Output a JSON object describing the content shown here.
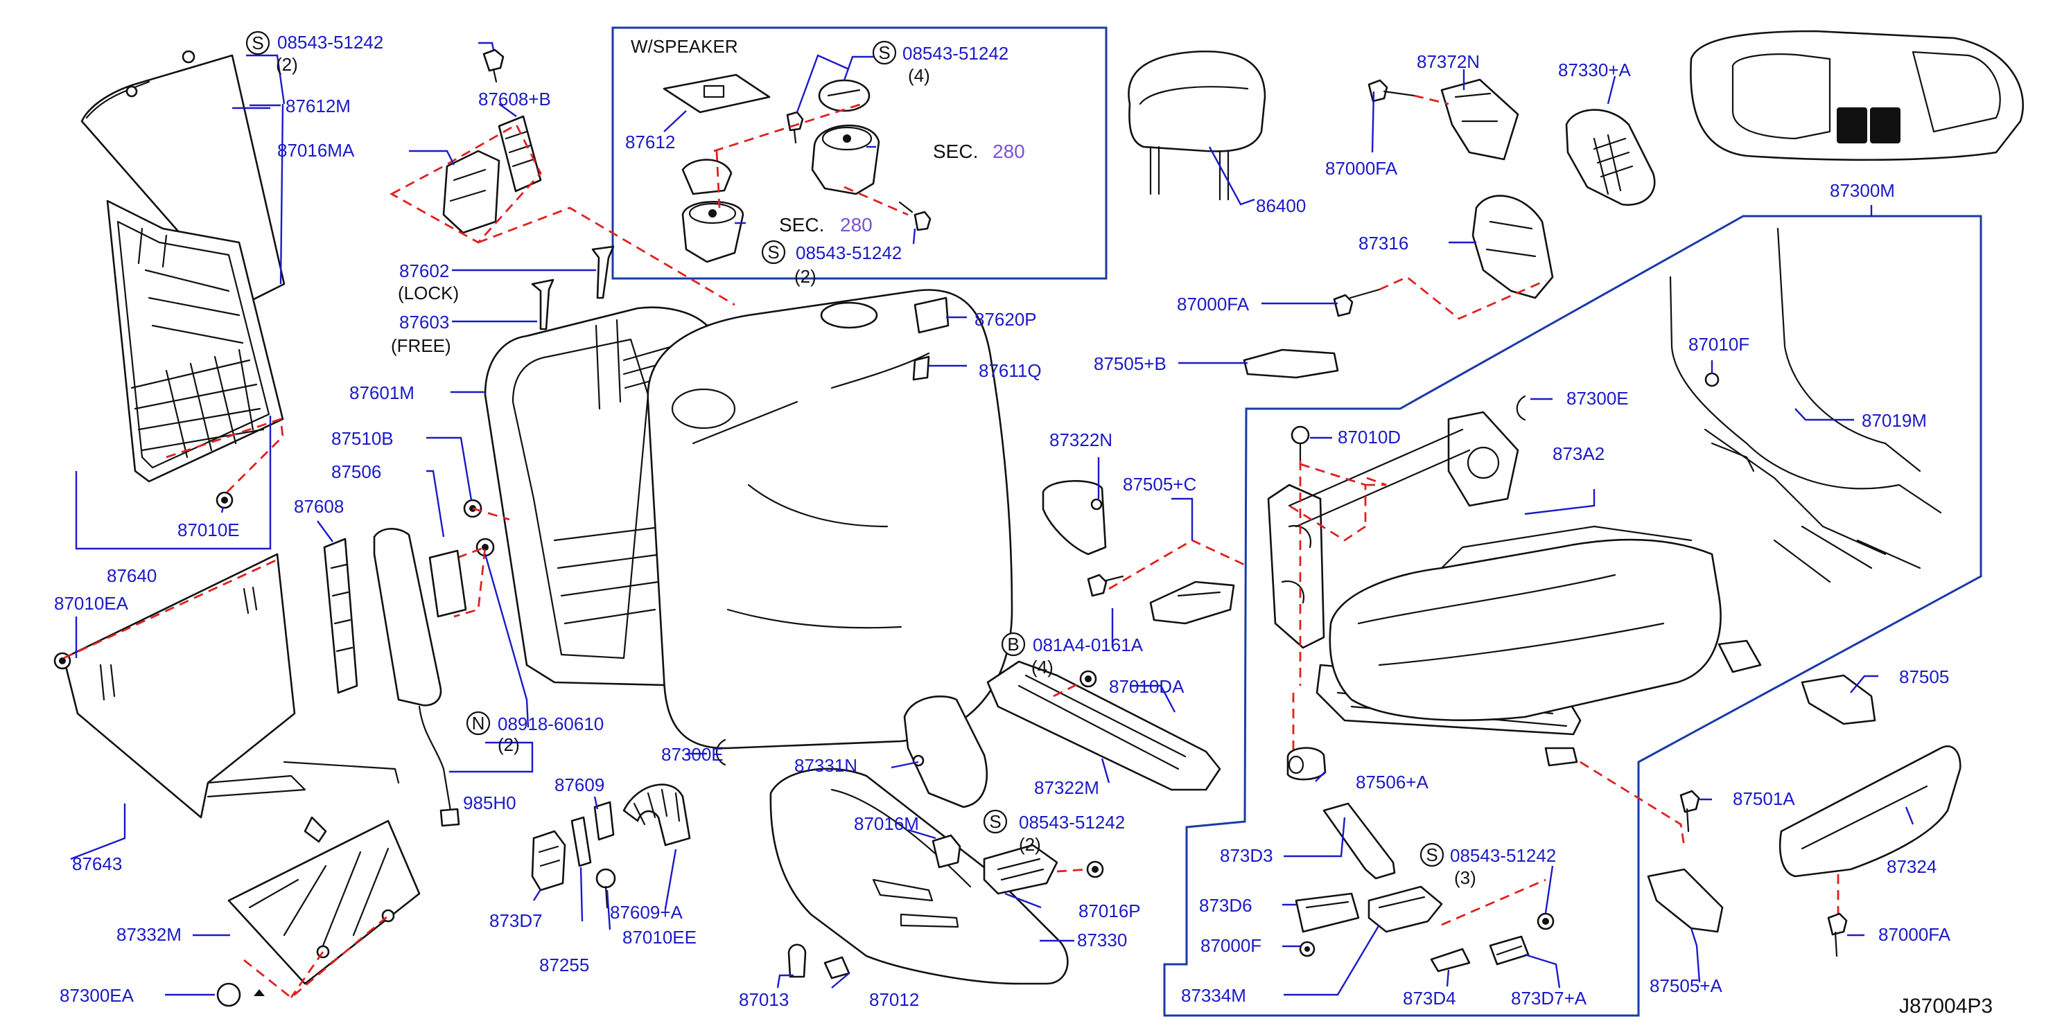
{
  "diagram_code": "J87004P3",
  "inset": {
    "title": "W/SPEAKER"
  },
  "labels": {
    "s1_code": "08543-51242",
    "s1_qty": "(2)",
    "s1_letter": "S",
    "p87612M": "87612M",
    "p87608B": "87608+B",
    "p87016MA": "87016MA",
    "p87602": "87602",
    "lock": "(LOCK)",
    "p87603": "87603",
    "free": "(FREE)",
    "p87601M": "87601M",
    "p87510B": "87510B",
    "p87506": "87506",
    "p87608": "87608",
    "p87640": "87640",
    "p87010E": "87010E",
    "p87010EA": "87010EA",
    "n_letter": "N",
    "n_code": "08918-60610",
    "n_qty": "(2)",
    "p985H0": "985H0",
    "p87643": "87643",
    "p87300E_left": "87300E",
    "p87332M": "87332M",
    "p87300EA": "87300EA",
    "p87609": "87609",
    "p873D7": "873D7",
    "p87255": "87255",
    "p87609A": "87609+A",
    "p87010EE": "87010EE",
    "p87612": "87612",
    "s2_letter": "S",
    "s2_code": "08543-51242",
    "s2_qty": "(4)",
    "sec_a": "SEC.",
    "sec_a_num": "280",
    "sec_b": "SEC.",
    "sec_b_num": "280",
    "s3_letter": "S",
    "s3_code": "08543-51242",
    "s3_qty": "(2)",
    "p87620P": "87620P",
    "p87611Q": "87611Q",
    "p86400": "86400",
    "p87372N": "87372N",
    "p87000FA_top": "87000FA",
    "p87330A": "87330+A",
    "p87316": "87316",
    "p87000FA_mid": "87000FA",
    "p87505B": "87505+B",
    "p87300M": "87300M",
    "p87300E_right": "87300E",
    "p87010F": "87010F",
    "p87019M": "87019M",
    "p87010D": "87010D",
    "p873A2": "873A2",
    "p87322N": "87322N",
    "p87505C": "87505+C",
    "b_letter": "B",
    "b_code": "081A4-0161A",
    "b_qty": "(4)",
    "p87010DA": "87010DA",
    "p87322M": "87322M",
    "p87331N": "87331N",
    "p87016M": "87016M",
    "s4_letter": "S",
    "s4_code": "08543-51242",
    "s4_qty": "(2)",
    "p87016P": "87016P",
    "p87330": "87330",
    "p87013": "87013",
    "p87012": "87012",
    "p87506A": "87506+A",
    "p873D3": "873D3",
    "s5_letter": "S",
    "s5_code": "08543-51242",
    "s5_qty": "(3)",
    "p873D6": "873D6",
    "p87000F": "87000F",
    "p87334M": "87334M",
    "p873D4": "873D4",
    "p873D7A": "873D7+A",
    "p87505": "87505",
    "p87501A": "87501A",
    "p87324": "87324",
    "p87000FA_bot": "87000FA",
    "p87505A": "87505+A"
  }
}
